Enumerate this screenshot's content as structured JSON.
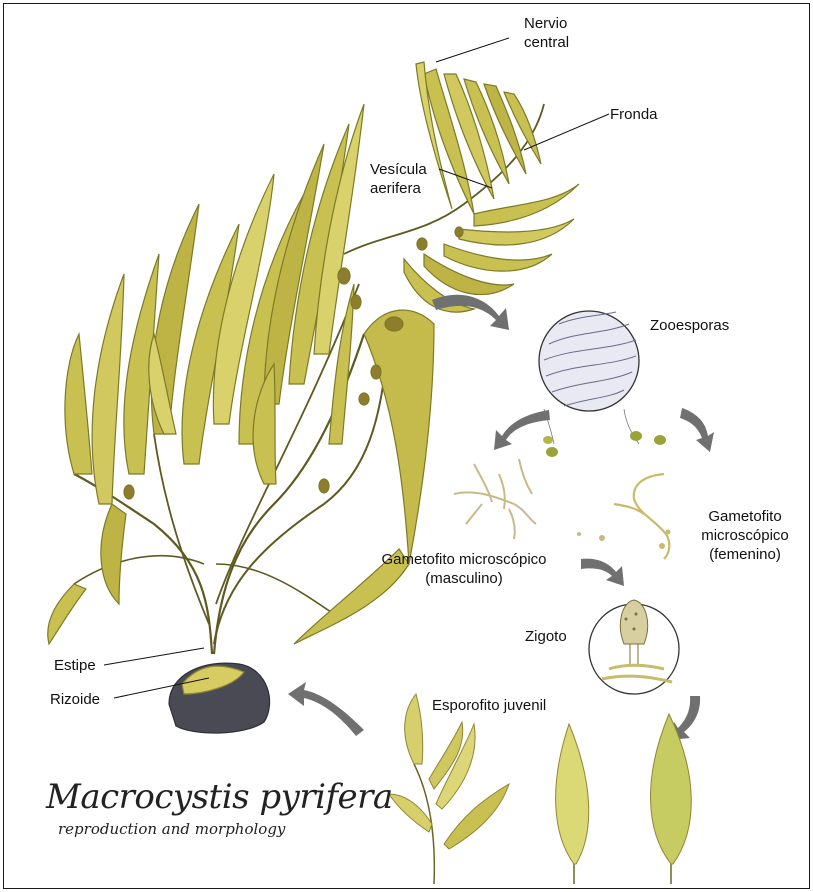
{
  "title": "Macrocystis pyrifera",
  "subtitle": "reproduction and morphology",
  "labels": {
    "nervio_1": "Nervio",
    "nervio_2": "central",
    "fronda": "Fronda",
    "vesicula_1": "Vesícula",
    "vesicula_2": "aerifera",
    "zooesporas": "Zooesporas",
    "gam_fem_1": "Gametofito",
    "gam_fem_2": "microscópico",
    "gam_fem_3": "(femenino)",
    "gam_masc_1": "Gametofito microscópico",
    "gam_masc_2": "(masculino)",
    "zigoto": "Zigoto",
    "esporofito": "Esporofito juvenil",
    "estipe": "Estipe",
    "rizoide": "Rizoide"
  },
  "colors": {
    "kelp_fill": "#c9c052",
    "kelp_dark": "#7d7a26",
    "kelp_light": "#e3dc84",
    "stem": "#5e5a22",
    "arrow": "#707070",
    "rock": "#4a4a55"
  }
}
